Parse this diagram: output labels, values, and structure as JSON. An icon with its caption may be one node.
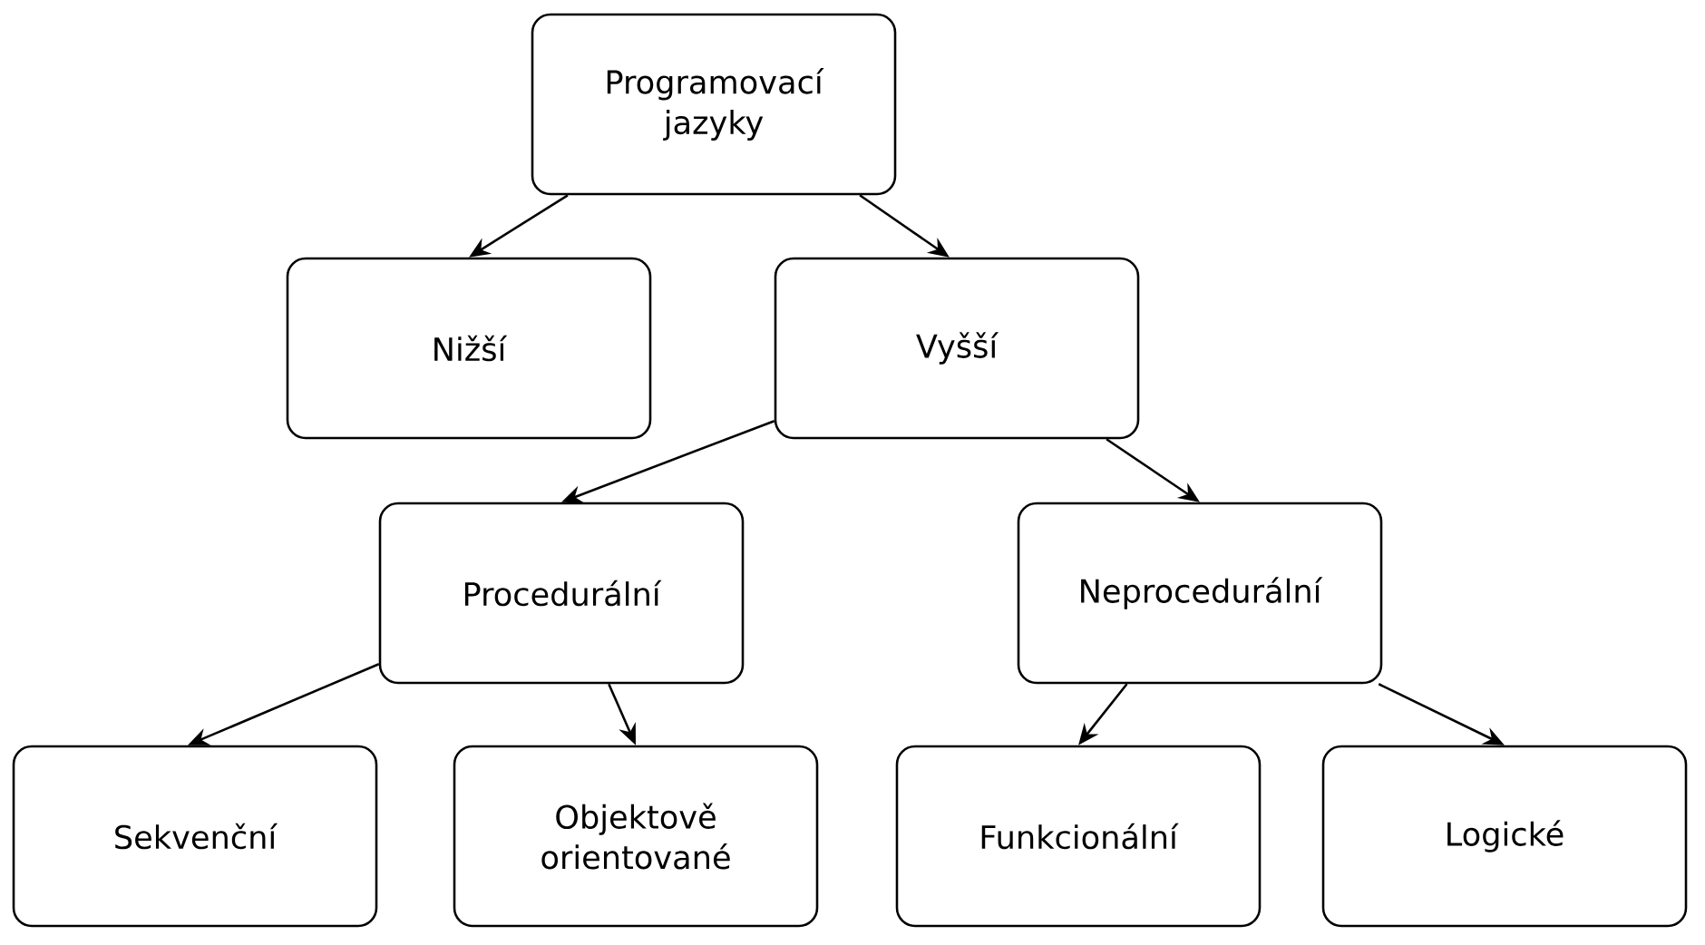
{
  "diagram": {
    "nodes": [
      {
        "text": [
          "Programovací jazyky"
        ]
      },
      {
        "text": [
          "Nižší"
        ]
      },
      {
        "text": [
          "Vyšší"
        ]
      },
      {
        "text": [
          "Procedurální"
        ]
      },
      {
        "text": [
          "Neprocedurální"
        ]
      },
      {
        "text": [
          "Sekvenční"
        ]
      },
      {
        "text": [
          "Objektově orientované"
        ]
      },
      {
        "text": [
          "Funkcionální"
        ]
      },
      {
        "text": [
          "Logické"
        ]
      }
    ],
    "edges": [
      {
        "from": 0,
        "to": 1,
        "arrow": "to"
      },
      {
        "from": 0,
        "to": 2,
        "arrow": "to"
      },
      {
        "from": 2,
        "to": 3,
        "arrow": "to"
      },
      {
        "from": 2,
        "to": 4,
        "arrow": "to"
      },
      {
        "from": 3,
        "to": 5,
        "arrow": "to"
      },
      {
        "from": 3,
        "to": 6,
        "arrow": "to"
      },
      {
        "from": 4,
        "to": 7,
        "arrow": "to"
      },
      {
        "from": 4,
        "to": 8,
        "arrow": "to"
      }
    ]
  }
}
